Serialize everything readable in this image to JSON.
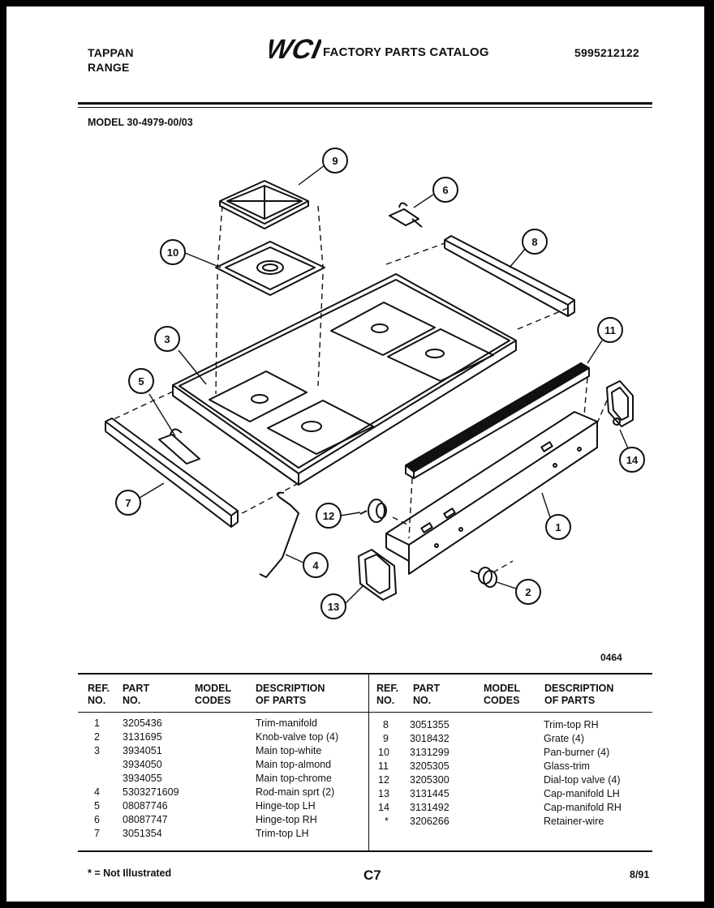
{
  "header": {
    "brand_line1": "TAPPAN",
    "brand_line2": "RANGE",
    "logo_text": "WCI",
    "catalog_title": "FACTORY PARTS CATALOG",
    "catalog_number": "5995212122"
  },
  "model_line": "MODEL 30-4979-00/03",
  "diagram": {
    "code": "0464",
    "callouts": [
      "1",
      "2",
      "3",
      "4",
      "5",
      "6",
      "7",
      "8",
      "9",
      "10",
      "11",
      "12",
      "13",
      "14"
    ]
  },
  "table": {
    "headers": {
      "ref": [
        "REF.",
        "NO."
      ],
      "part": [
        "PART",
        "NO."
      ],
      "model": [
        "MODEL",
        "CODES"
      ],
      "desc": [
        "DESCRIPTION",
        "OF PARTS"
      ]
    },
    "left_rows": [
      {
        "ref": "1",
        "part": "3205436",
        "desc": "Trim-manifold"
      },
      {
        "ref": "2",
        "part": "3131695",
        "desc": "Knob-valve top (4)"
      },
      {
        "ref": "3",
        "part": "3934051",
        "desc": "Main top-white"
      },
      {
        "ref": "",
        "part": "3934050",
        "desc": "Main top-almond"
      },
      {
        "ref": "",
        "part": "3934055",
        "desc": "Main top-chrome"
      },
      {
        "ref": "4",
        "part": "5303271609",
        "desc": "Rod-main sprt (2)"
      },
      {
        "ref": "5",
        "part": "08087746",
        "desc": "Hinge-top LH"
      },
      {
        "ref": "6",
        "part": "08087747",
        "desc": "Hinge-top RH"
      },
      {
        "ref": "7",
        "part": "3051354",
        "desc": "Trim-top LH"
      }
    ],
    "right_rows": [
      {
        "ref": "8",
        "part": "3051355",
        "desc": "Trim-top RH"
      },
      {
        "ref": "9",
        "part": "3018432",
        "desc": "Grate (4)"
      },
      {
        "ref": "10",
        "part": "3131299",
        "desc": "Pan-burner (4)"
      },
      {
        "ref": "11",
        "part": "3205305",
        "desc": "Glass-trim"
      },
      {
        "ref": "12",
        "part": "3205300",
        "desc": "Dial-top valve (4)"
      },
      {
        "ref": "13",
        "part": "3131445",
        "desc": "Cap-manifold LH"
      },
      {
        "ref": "14",
        "part": "3131492",
        "desc": "Cap-manifold RH"
      },
      {
        "ref": "*",
        "part": "3206266",
        "desc": "Retainer-wire"
      }
    ]
  },
  "footer": {
    "note": "* = Not Illustrated",
    "page_code": "C7",
    "date": "8/91"
  }
}
